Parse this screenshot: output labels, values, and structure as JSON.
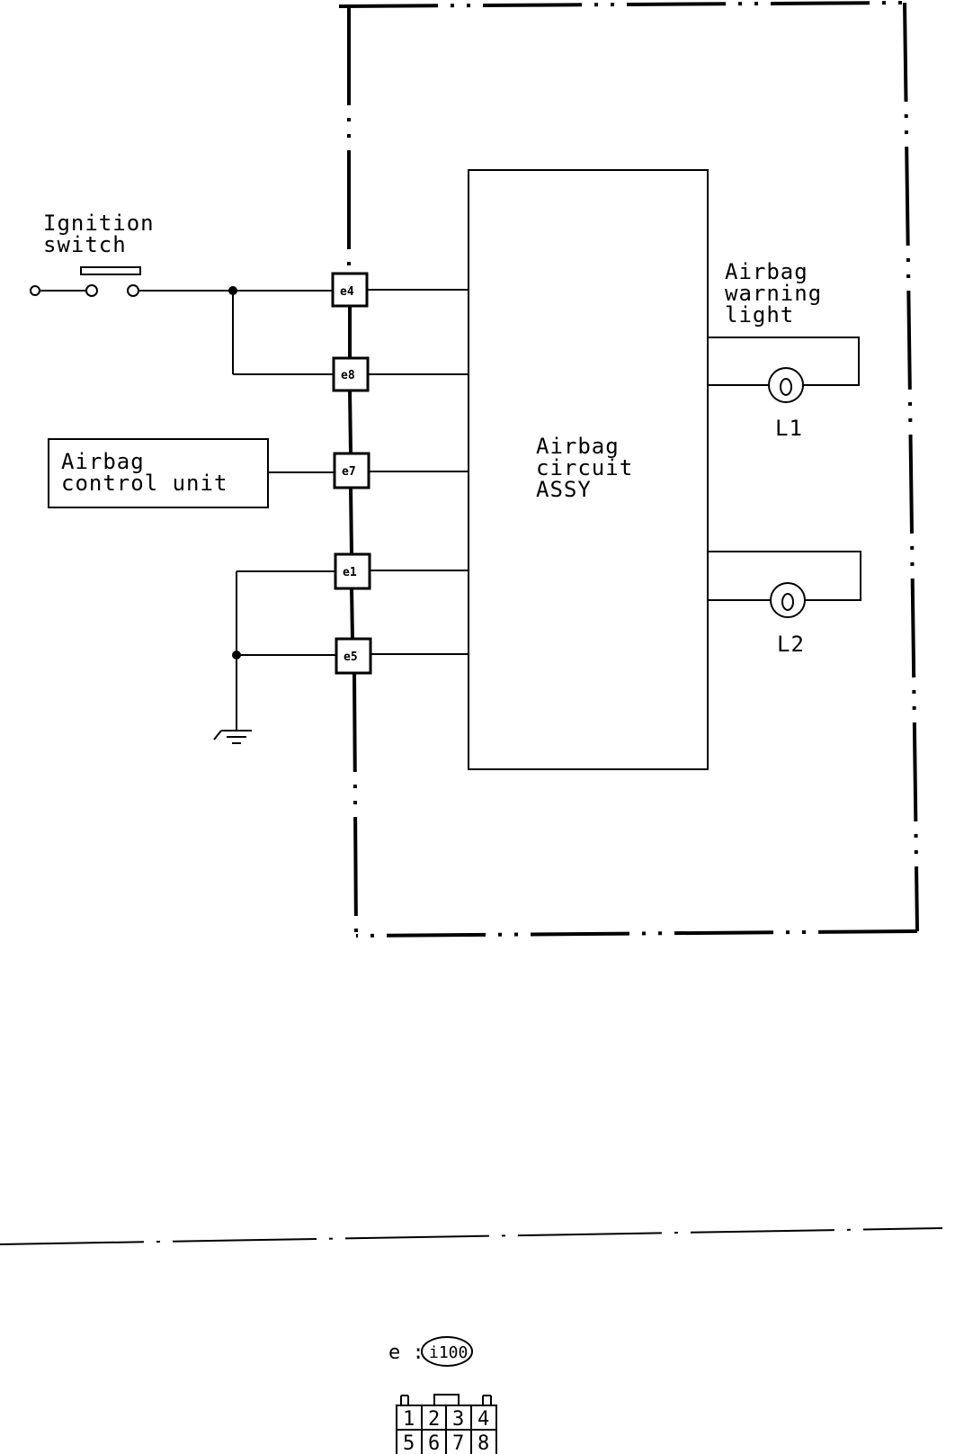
{
  "diagram": {
    "ignition_label_line1": "Ignition",
    "ignition_label_line2": "switch",
    "control_unit_line1": "Airbag",
    "control_unit_line2": "control unit",
    "circuit_line1": "Airbag",
    "circuit_line2": "circuit",
    "circuit_line3": "ASSY",
    "warning_line1": "Airbag",
    "warning_line2": "warning",
    "warning_line3": "light",
    "lamp1": "L1",
    "lamp2": "L2",
    "pins": {
      "e4": "e4",
      "e8": "e8",
      "e7": "e7",
      "e1": "e1",
      "e5": "e5"
    }
  },
  "connector": {
    "prefix": "e :",
    "code": "i100",
    "top_row": [
      "1",
      "2",
      "3",
      "4"
    ],
    "bottom_row": [
      "5",
      "6",
      "7",
      "8"
    ]
  }
}
